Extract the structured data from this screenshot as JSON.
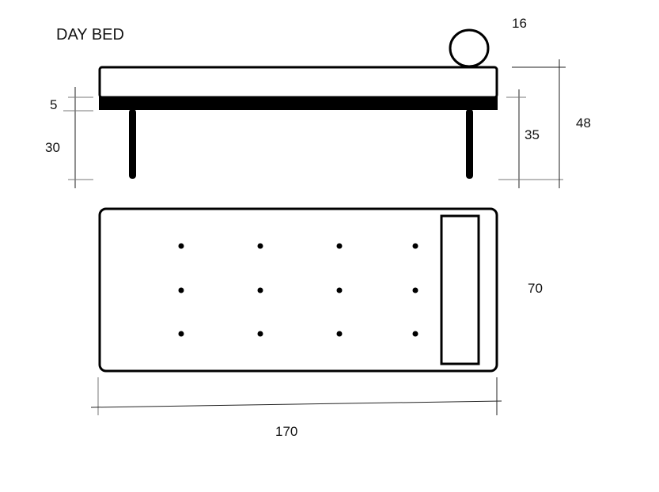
{
  "title": "DAY BED",
  "dimensions": {
    "pillow_diameter": "16",
    "frame_thickness": "5",
    "leg_height": "30",
    "seat_height": "35",
    "total_height": "48",
    "depth": "70",
    "length": "170"
  },
  "colors": {
    "line": "#000000",
    "dim_line": "#333333",
    "background": "#ffffff"
  }
}
